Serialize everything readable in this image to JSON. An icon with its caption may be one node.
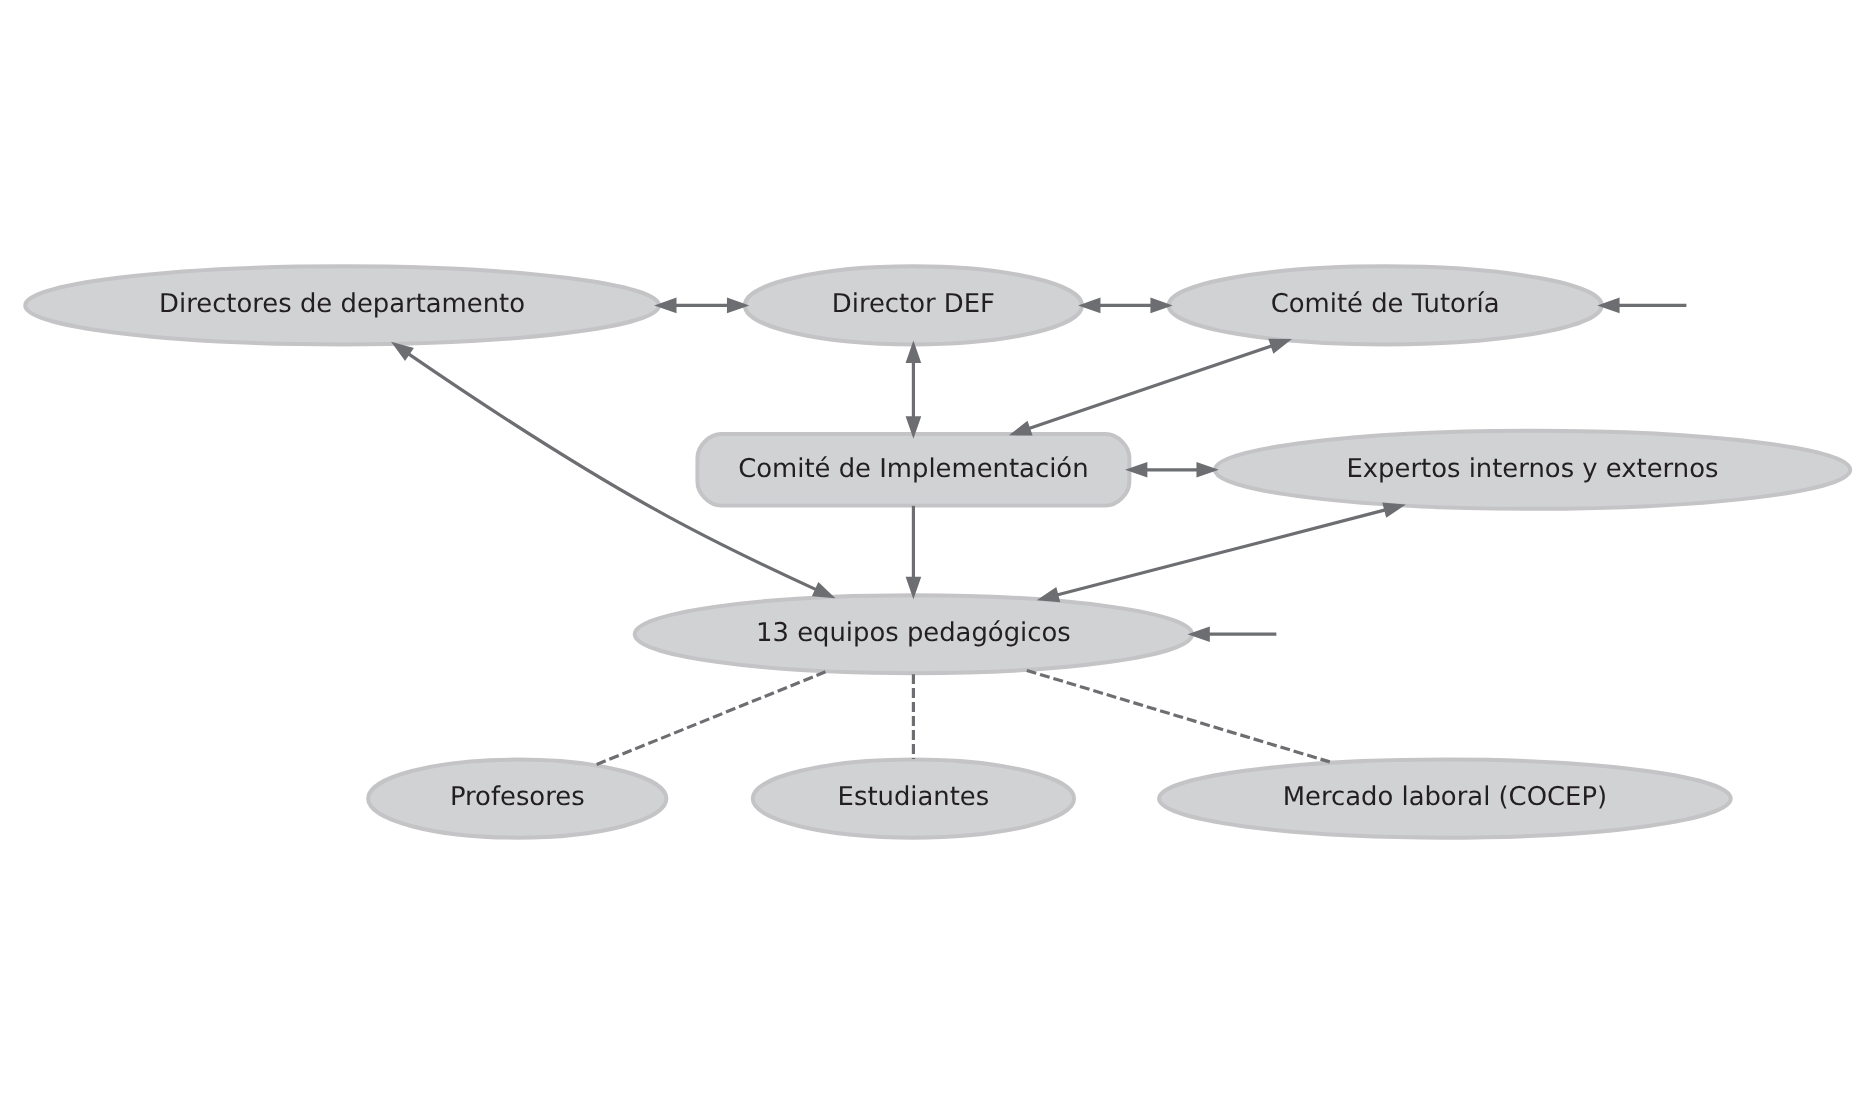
{
  "diagram": {
    "nodes": [
      {
        "text": [
          "Directores de departamento"
        ]
      },
      {
        "text": [
          "Director DEF"
        ]
      },
      {
        "text": [
          "Comité de Tutoría"
        ]
      },
      {
        "text": [
          "Comité de Implementación"
        ]
      },
      {
        "text": [
          "Expertos internos y externos"
        ]
      },
      {
        "text": [
          "13 equipos pedagógicos"
        ]
      },
      {
        "text": [
          "Profesores"
        ]
      },
      {
        "text": [
          "Estudiantes"
        ]
      },
      {
        "text": [
          "Mercado laboral (COCEP)"
        ]
      }
    ],
    "edges": [
      {
        "from": 0,
        "to": 1,
        "arrow": "both"
      },
      {
        "from": 1,
        "to": 2,
        "arrow": "both"
      },
      {
        "from": null,
        "to": 2,
        "arrow": "to"
      },
      {
        "from": 1,
        "to": 3,
        "arrow": "both"
      },
      {
        "from": 3,
        "to": 2,
        "arrow": "both"
      },
      {
        "from": 3,
        "to": 4,
        "arrow": "both"
      },
      {
        "from": 3,
        "to": 5,
        "arrow": "to"
      },
      {
        "from": 5,
        "to": 4,
        "arrow": "both"
      },
      {
        "from": 5,
        "to": 0,
        "arrow": "both"
      },
      {
        "from": null,
        "to": 5,
        "arrow": "to"
      },
      {
        "from": 5,
        "to": 6,
        "arrow": "none",
        "style": "dashed"
      },
      {
        "from": 5,
        "to": 7,
        "arrow": "none",
        "style": "dashed"
      },
      {
        "from": 5,
        "to": 8,
        "arrow": "none",
        "style": "dashed"
      }
    ]
  }
}
